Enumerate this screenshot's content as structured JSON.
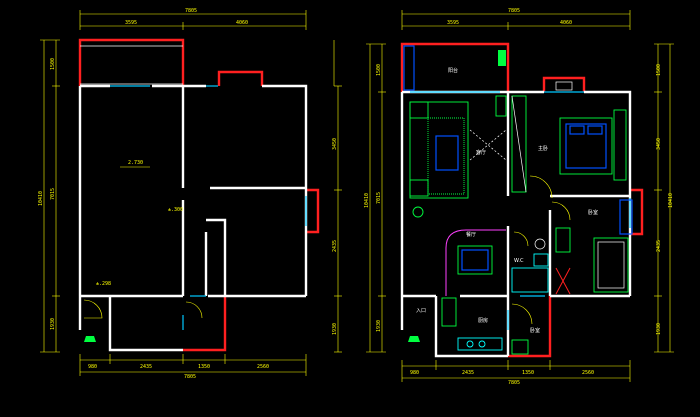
{
  "left_plan": {
    "dims_top": {
      "total": "7805",
      "seg1": "3595",
      "seg2": "4060"
    },
    "dims_bottom": {
      "total": "7805",
      "seg1": "980",
      "seg2": "2435",
      "seg3": "1350",
      "seg4": "2560"
    },
    "dims_left": {
      "total": "10410",
      "seg1": "1500",
      "seg2": "7015",
      "seg3": "1930"
    },
    "dims_right": {
      "seg1": "3450",
      "seg2": "2435",
      "seg3": "1930"
    },
    "labels": {
      "area": "2.730",
      "mark": "±.300",
      "level": "±.298"
    }
  },
  "right_plan": {
    "dims_top": {
      "total": "7805",
      "seg1": "3595",
      "seg2": "4060"
    },
    "dims_bottom": {
      "total": "7805",
      "seg1": "980",
      "seg2": "2435",
      "seg3": "1350",
      "seg4": "2560"
    },
    "dims_left": {
      "total": "10410",
      "seg1": "1500",
      "seg2": "7015",
      "seg3": "1930"
    },
    "dims_right": {
      "total": "10410",
      "seg1": "1500",
      "seg2": "3450",
      "seg3": "2435",
      "seg4": "1930"
    },
    "rooms": {
      "balcony_top": "阳台",
      "living": "客厅",
      "master_bed": "主卧",
      "dining": "餐厅",
      "wc": "W.C",
      "second_bed": "卧室",
      "kitchen": "厨房",
      "small_room": "卧室",
      "entry": "入口"
    }
  }
}
